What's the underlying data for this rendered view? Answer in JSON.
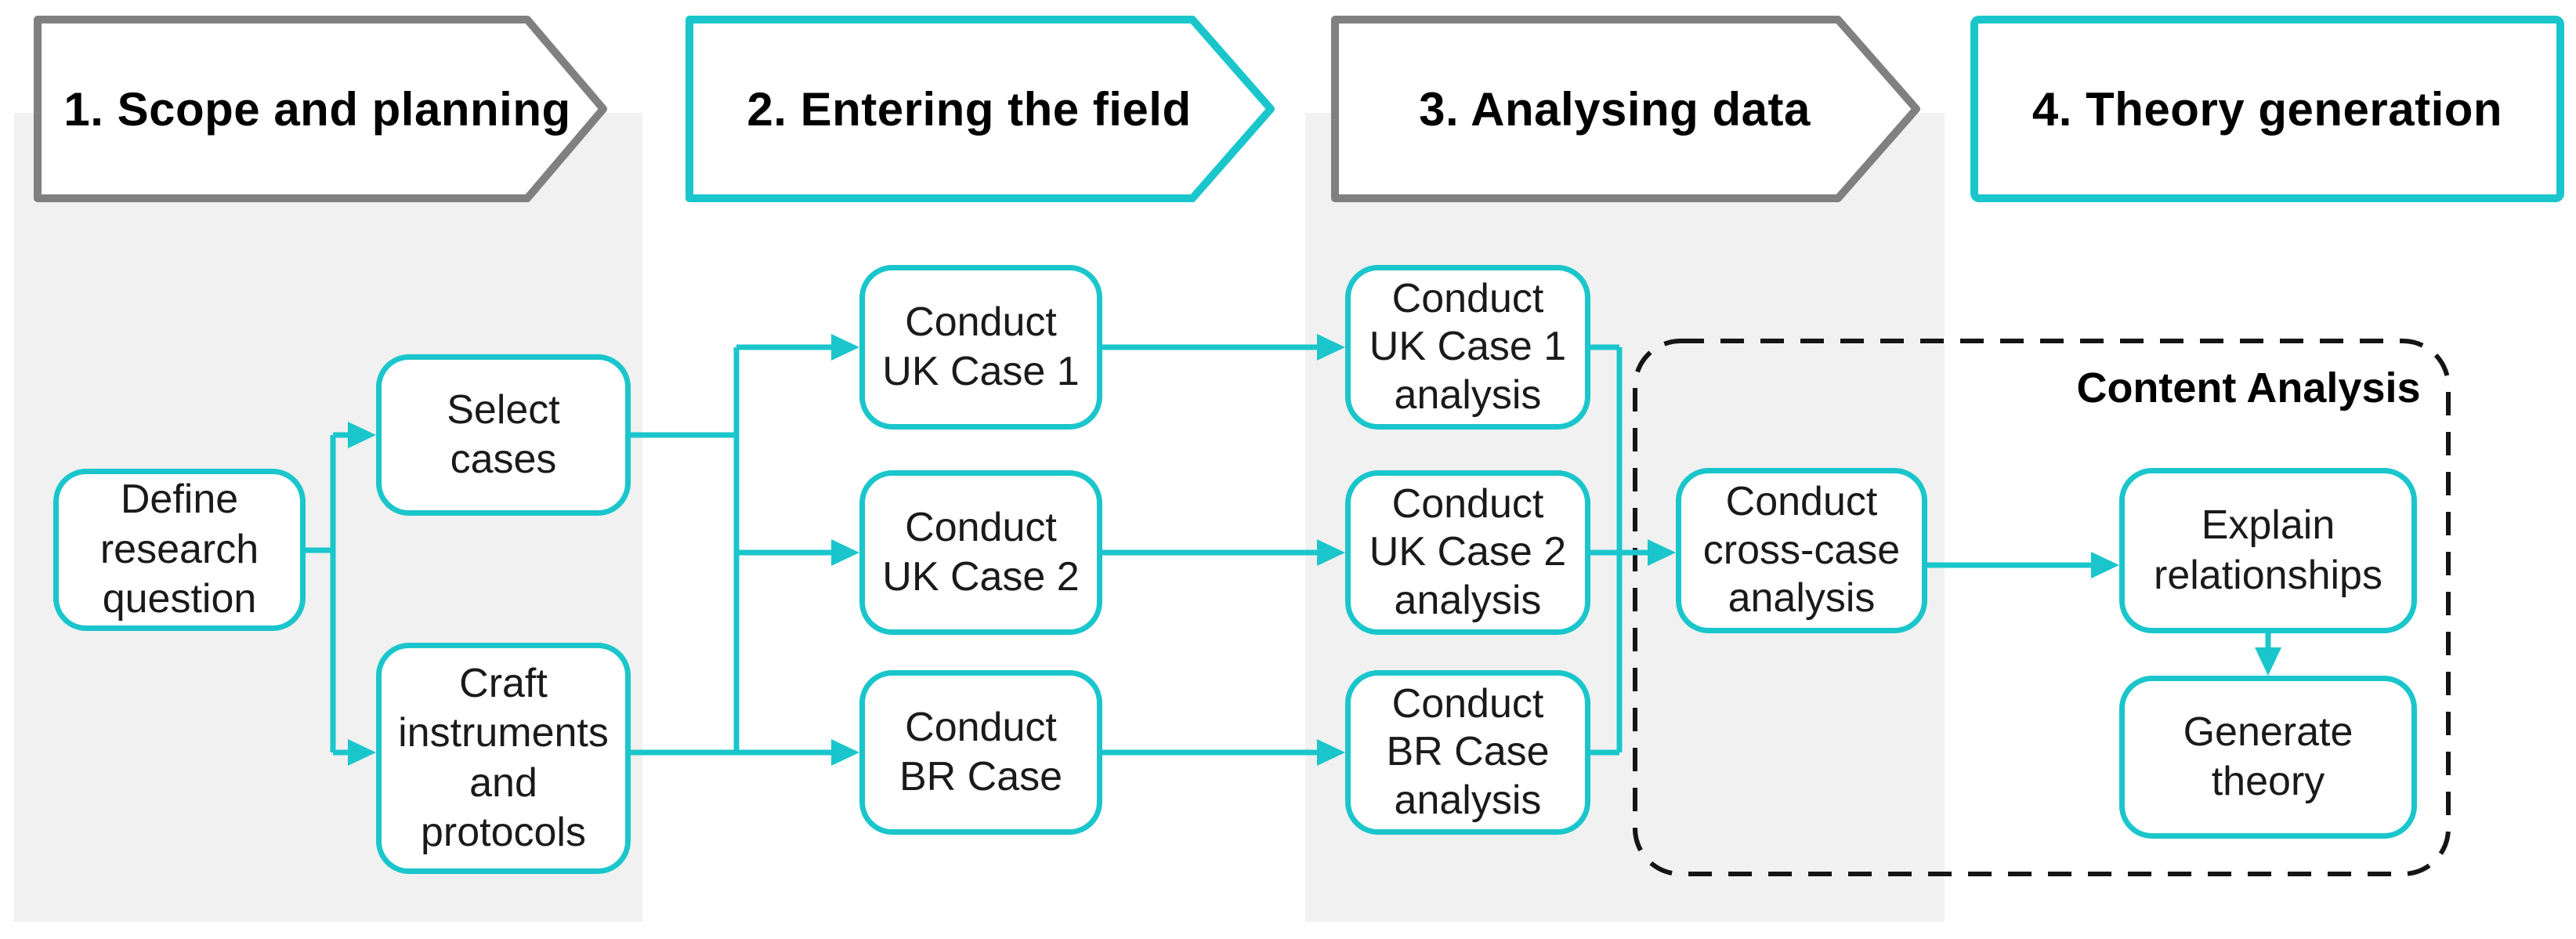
{
  "palette": {
    "accent_cyan": "#1AC6CB",
    "gray_outline": "#808080",
    "band_gray": "#F1F1F1",
    "dashed_black": "#151515",
    "box_fill": "#FFFFFF",
    "text_dark": "#1A1A1A"
  },
  "phases": [
    {
      "label": "1. Scope and planning",
      "shape": "arrow",
      "outline": "gray"
    },
    {
      "label": "2. Entering the field",
      "shape": "arrow",
      "outline": "cyan"
    },
    {
      "label": "3. Analysing data",
      "shape": "arrow",
      "outline": "gray"
    },
    {
      "label": "4. Theory generation",
      "shape": "rect",
      "outline": "cyan"
    }
  ],
  "nodes": {
    "define": {
      "label": "Define\nresearch\nquestion"
    },
    "select": {
      "label": "Select\ncases"
    },
    "craft": {
      "label": "Craft\ninstruments\nand\nprotocols"
    },
    "conduct_uk1": {
      "label": "Conduct\nUK Case 1"
    },
    "conduct_uk2": {
      "label": "Conduct\nUK Case 2"
    },
    "conduct_br": {
      "label": "Conduct\nBR Case"
    },
    "uk1_analysis": {
      "label": "Conduct\nUK Case 1\nanalysis"
    },
    "uk2_analysis": {
      "label": "Conduct\nUK Case 2\nanalysis"
    },
    "br_analysis": {
      "label": "Conduct\nBR Case\nanalysis"
    },
    "cross_case": {
      "label": "Conduct\ncross-case\nanalysis"
    },
    "explain": {
      "label": "Explain\nrelationships"
    },
    "generate": {
      "label": "Generate\ntheory"
    }
  },
  "annotations": {
    "content_analysis": "Content Analysis"
  }
}
